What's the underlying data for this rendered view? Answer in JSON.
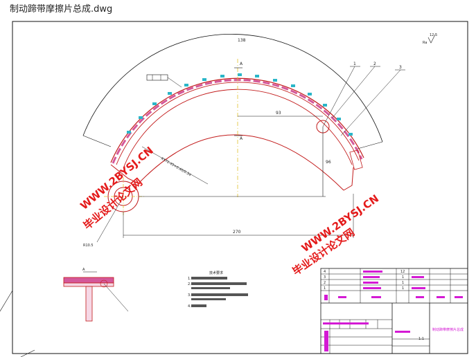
{
  "window": {
    "title": "制动蹄带摩擦片总成.dwg"
  },
  "dimensions": {
    "top_arc": "138",
    "horizontal_mid": "93",
    "vertical_right": "96",
    "bottom_width": "270",
    "section_mark_a": "A",
    "radial_label": "R172.45+0.40/0.34",
    "bottom_left_label": "R10.5",
    "roughness": "12.5"
  },
  "part_numbers": [
    "1",
    "2",
    "3"
  ],
  "tech_req": {
    "title": "技术要求",
    "line1": "1.",
    "line2": "2.",
    "line3": "3.",
    "line4": "4."
  },
  "title_block": {
    "drawing_name": "制动蹄带摩擦片总成",
    "rows": [
      {
        "no": "4",
        "qty": "12"
      },
      {
        "no": "3",
        "qty": "1"
      },
      {
        "no": "2",
        "qty": "1"
      },
      {
        "no": "1",
        "qty": "1"
      }
    ],
    "scale": "1:1"
  },
  "watermarks": {
    "text_cn": "毕业设计论文网",
    "text_url": "WWW.2BYSJ.CN"
  },
  "colors": {
    "outline": "#c21a1a",
    "pad": "#d4589a",
    "rivet": "#2ab6c8",
    "centerline": "#e0c22a",
    "watermark": "#e41a1a"
  }
}
